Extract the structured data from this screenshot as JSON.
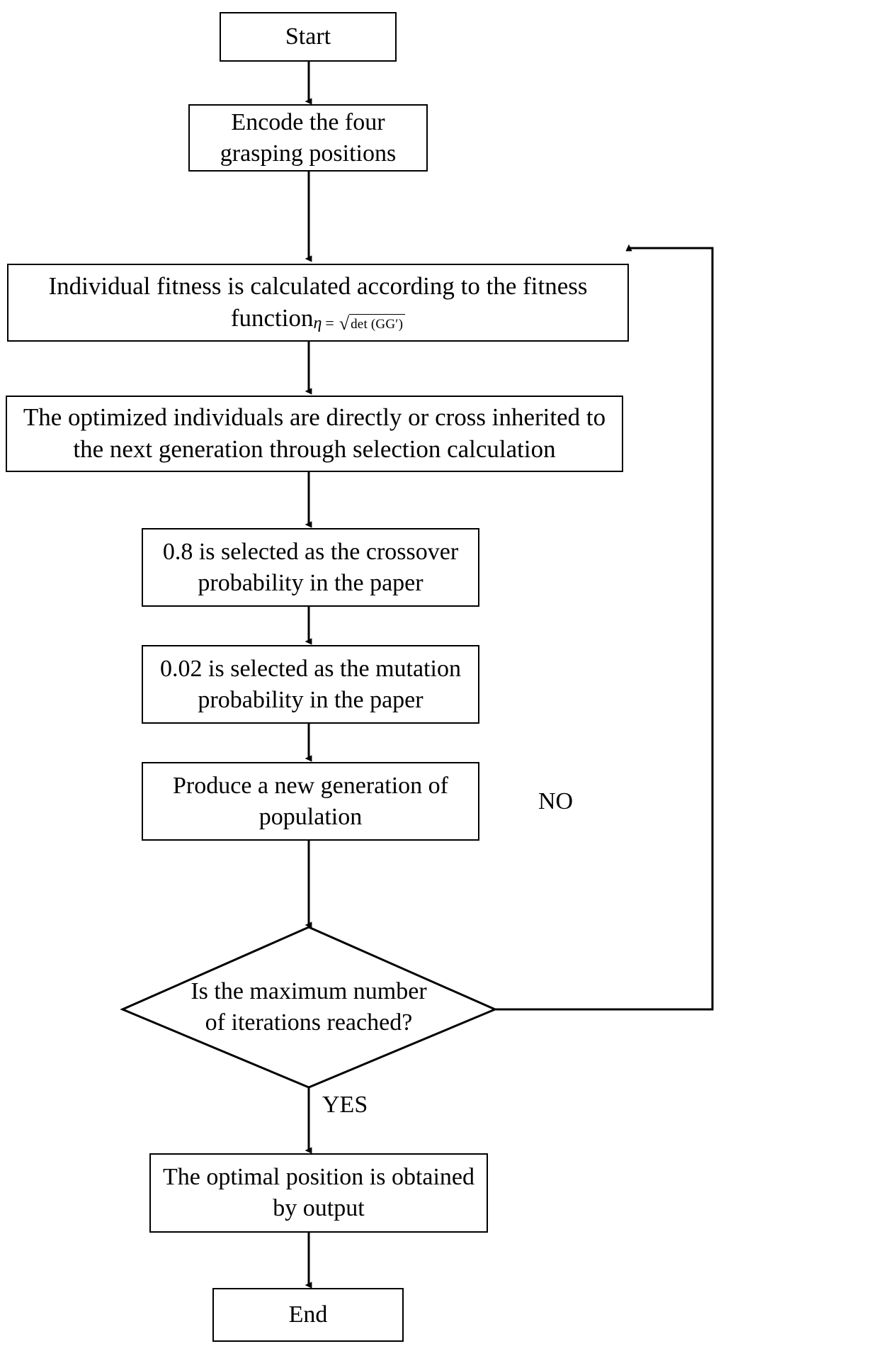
{
  "diagram": {
    "title": "Genetic algorithm optimization flowchart",
    "type": "flowchart",
    "stroke_color": "#000000",
    "fill_color": "#ffffff"
  },
  "nodes": {
    "start": {
      "label": "Start",
      "shape": "rectangle"
    },
    "encode": {
      "label": "Encode the four\ngrasping positions",
      "shape": "rectangle"
    },
    "fitness": {
      "line1": "Individual fitness is calculated according to the fitness",
      "line2_prefix": "function",
      "formula": {
        "variable": "η",
        "equals": "=",
        "radical_symbol": "√",
        "radicand": "det (GG′)",
        "plain": "η = √det (GG′)"
      },
      "shape": "rectangle"
    },
    "selection": {
      "label": "The optimized individuals are directly or cross inherited to\nthe next generation through selection calculation",
      "shape": "rectangle"
    },
    "crossover": {
      "label": "0.8 is selected as the crossover\nprobability in the paper",
      "shape": "rectangle"
    },
    "mutation": {
      "label": "0.02 is selected as the mutation\nprobability in the paper",
      "shape": "rectangle"
    },
    "produce": {
      "label": "Produce a new generation of\npopulation",
      "shape": "rectangle"
    },
    "decision": {
      "label": "Is the maximum number\nof iterations reached?",
      "shape": "diamond"
    },
    "optimal": {
      "label": "The optimal position is obtained\nby output",
      "shape": "rectangle"
    },
    "end": {
      "label": "End",
      "shape": "rectangle"
    }
  },
  "edge_labels": {
    "no": "NO",
    "yes": "YES"
  }
}
